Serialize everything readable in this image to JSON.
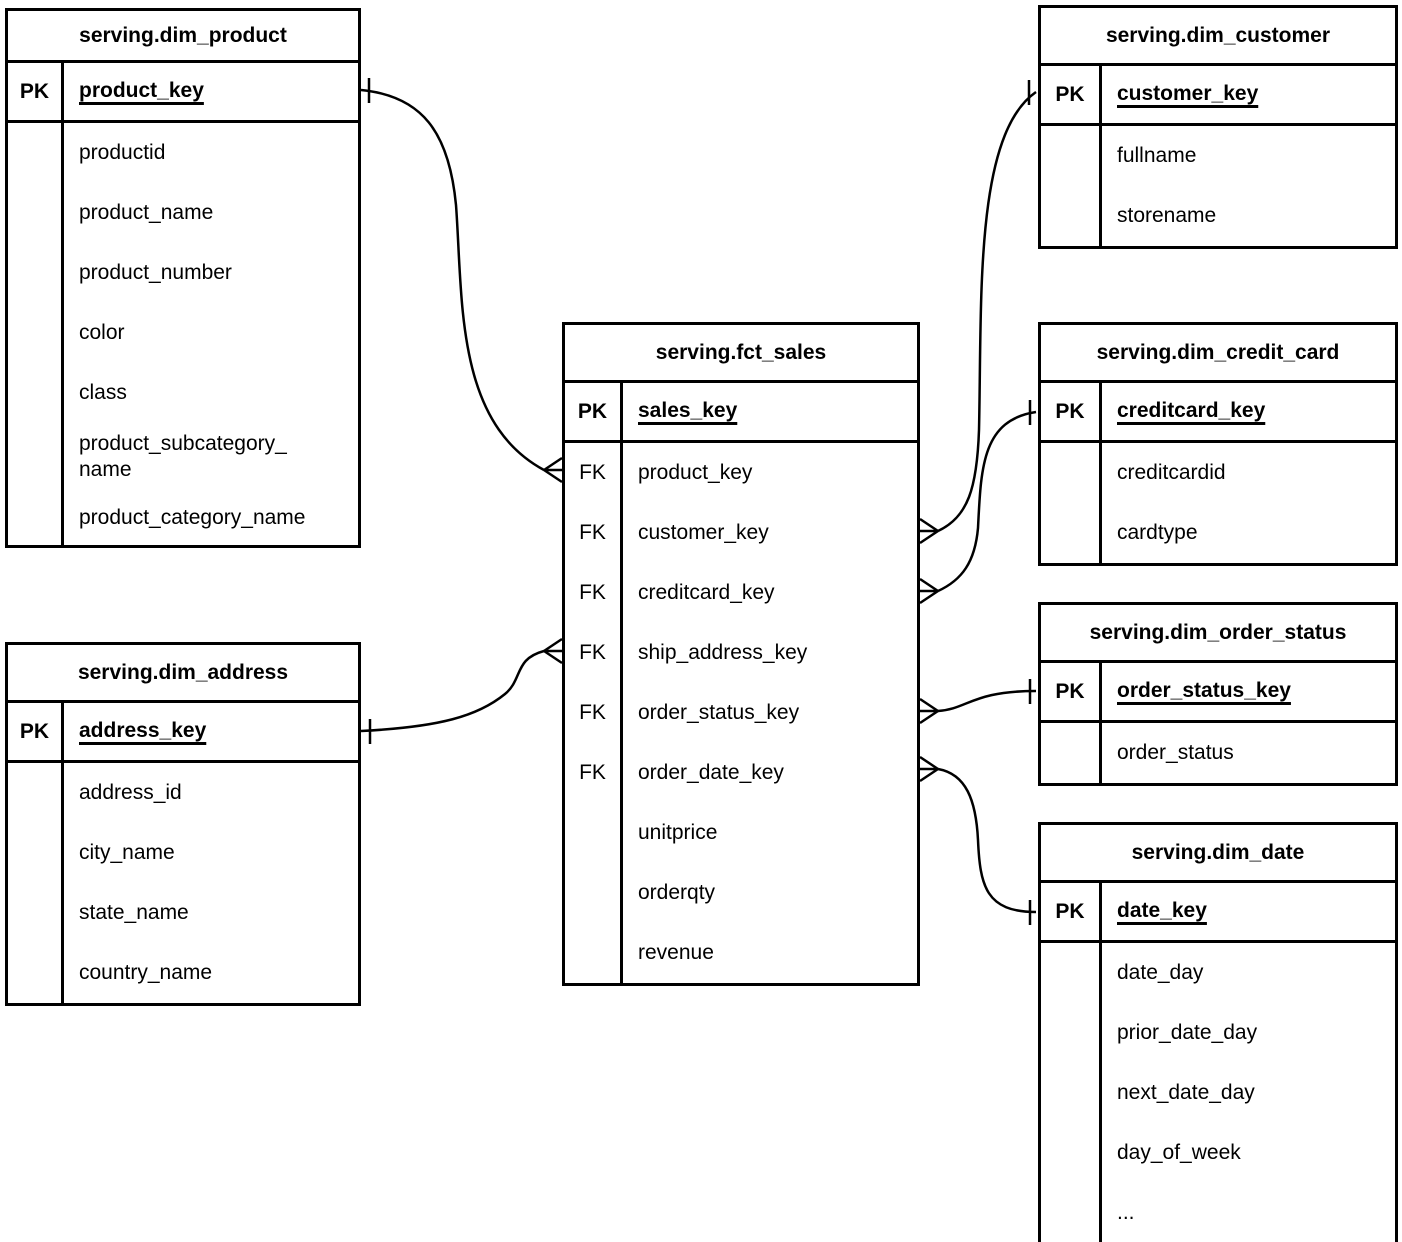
{
  "tables": {
    "dim_product": {
      "title": "serving.dim_product",
      "pk_label": "PK",
      "pk_field": "product_key",
      "fields": [
        "productid",
        "product_name",
        "product_number",
        "color",
        "class",
        "product_subcategory_name",
        "product_category_name"
      ]
    },
    "dim_customer": {
      "title": "serving.dim_customer",
      "pk_label": "PK",
      "pk_field": "customer_key",
      "fields": [
        "fullname",
        "storename"
      ]
    },
    "fct_sales": {
      "title": "serving.fct_sales",
      "pk_label": "PK",
      "pk_field": "sales_key",
      "fk_label": "FK",
      "fk_fields": [
        "product_key",
        "customer_key",
        "creditcard_key",
        "ship_address_key",
        "order_status_key",
        "order_date_key"
      ],
      "measure_fields": [
        "unitprice",
        "orderqty",
        "revenue"
      ]
    },
    "dim_credit_card": {
      "title": "serving.dim_credit_card",
      "pk_label": "PK",
      "pk_field": "creditcard_key",
      "fields": [
        "creditcardid",
        "cardtype"
      ]
    },
    "dim_order_status": {
      "title": "serving.dim_order_status",
      "pk_label": "PK",
      "pk_field": "order_status_key",
      "fields": [
        "order_status"
      ]
    },
    "dim_date": {
      "title": "serving.dim_date",
      "pk_label": "PK",
      "pk_field": "date_key",
      "fields": [
        "date_day",
        "prior_date_day",
        "next_date_day",
        "day_of_week",
        "..."
      ]
    },
    "dim_address": {
      "title": "serving.dim_address",
      "pk_label": "PK",
      "pk_field": "address_key",
      "fields": [
        "address_id",
        "city_name",
        "state_name",
        "country_name"
      ]
    }
  },
  "relationships": [
    {
      "one": "serving.dim_product.product_key",
      "many": "serving.fct_sales.product_key",
      "cardinality": "one-to-many"
    },
    {
      "one": "serving.dim_customer.customer_key",
      "many": "serving.fct_sales.customer_key",
      "cardinality": "one-to-many"
    },
    {
      "one": "serving.dim_credit_card.creditcard_key",
      "many": "serving.fct_sales.creditcard_key",
      "cardinality": "one-to-many"
    },
    {
      "one": "serving.dim_address.address_key",
      "many": "serving.fct_sales.ship_address_key",
      "cardinality": "one-to-many"
    },
    {
      "one": "serving.dim_order_status.order_status_key",
      "many": "serving.fct_sales.order_status_key",
      "cardinality": "one-to-many"
    },
    {
      "one": "serving.dim_date.date_key",
      "many": "serving.fct_sales.order_date_key",
      "cardinality": "one-to-many"
    }
  ],
  "colors": {
    "line": "#000000",
    "background": "#ffffff"
  }
}
